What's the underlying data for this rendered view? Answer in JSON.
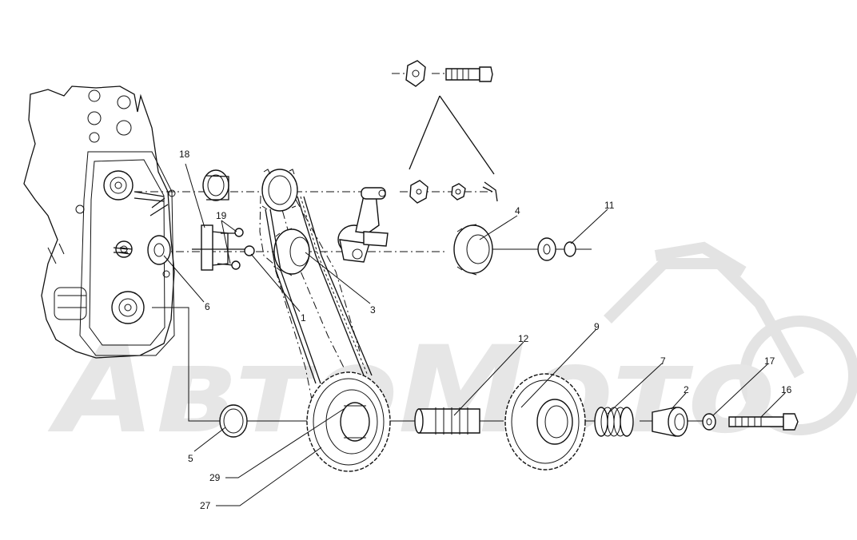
{
  "watermark": {
    "text": "АвтоМото"
  },
  "callouts": {
    "c1": "1",
    "c2": "2",
    "c3": "3",
    "c4": "4",
    "c5": "5",
    "c6": "6",
    "c7": "7",
    "c9": "9",
    "c11": "11",
    "c12": "12",
    "c16": "16",
    "c17": "17",
    "c18": "18",
    "c19": "19",
    "c27": "27",
    "c29": "29"
  }
}
